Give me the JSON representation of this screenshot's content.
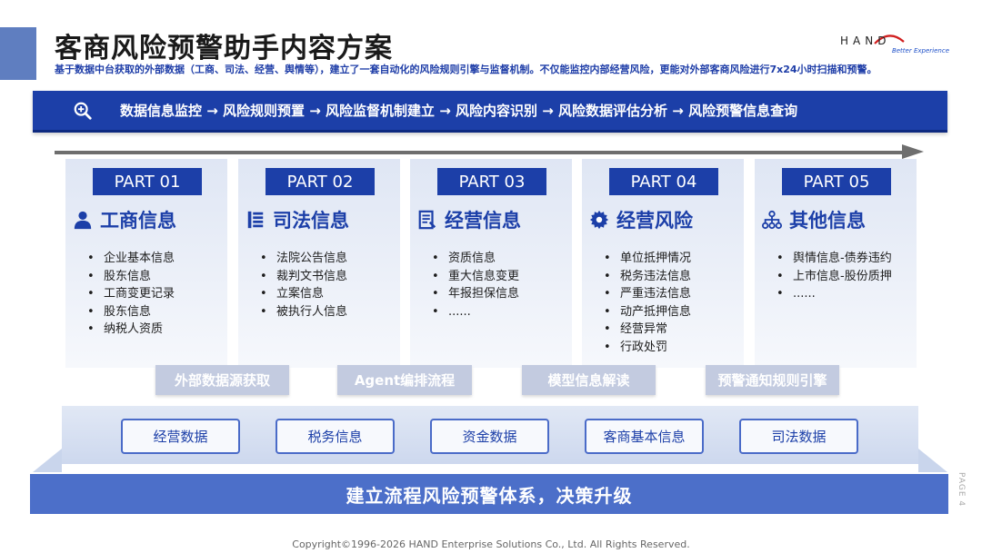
{
  "title": "客商风险预警助手内容方案",
  "subtitle": "基于数据中台获取的外部数据（工商、司法、经营、舆情等），建立了一套自动化的风险规则引擎与监督机制。不仅能监控内部经营风险，更能对外部客商风险进行7x24小时扫描和预警。",
  "logo": {
    "text": "HAND",
    "tagline": "Better Experience"
  },
  "flow": {
    "icon": "magnifier-plus-icon",
    "text": "数据信息监控 → 风险规则预置 → 风险监督机制建立 → 风险内容识别 → 风险数据评估分析 → 风险预警信息查询"
  },
  "parts": [
    {
      "tag": "PART 01",
      "icon": "person-icon",
      "title": "工商信息",
      "items": [
        "企业基本信息",
        "股东信息",
        "工商变更记录",
        "股东信息",
        "纳税人资质"
      ]
    },
    {
      "tag": "PART 02",
      "icon": "list-icon",
      "title": "司法信息",
      "items": [
        "法院公告信息",
        "裁判文书信息",
        "立案信息",
        "被执行人信息"
      ]
    },
    {
      "tag": "PART 03",
      "icon": "document-icon",
      "title": "经营信息",
      "items": [
        "资质信息",
        "重大信息变更",
        "年报担保信息",
        "......"
      ]
    },
    {
      "tag": "PART 04",
      "icon": "gear-icon",
      "title": "经营风险",
      "items": [
        "单位抵押情况",
        "税务违法信息",
        "严重违法信息",
        "动产抵押信息",
        "经营异常",
        "行政处罚"
      ]
    },
    {
      "tag": "PART 05",
      "icon": "network-icon",
      "title": "其他信息",
      "items": [
        "舆情信息-债券违约",
        "上市信息-股份质押",
        "......"
      ]
    }
  ],
  "processes": [
    "外部数据源获取",
    "Agent编排流程",
    "模型信息解读",
    "预警通知规则引擎"
  ],
  "data_sources": [
    "经营数据",
    "税务信息",
    "资金数据",
    "客商基本信息",
    "司法数据"
  ],
  "base": "建立流程风险预警体系，决策升级",
  "page_label": "PAGE 4",
  "copyright": "Copyright©1996-2026  HAND Enterprise Solutions Co., Ltd. All Rights Reserved.",
  "colors": {
    "primary": "#1c3fa8",
    "accent": "#4c6fc9",
    "process": "#c3cbe0"
  }
}
